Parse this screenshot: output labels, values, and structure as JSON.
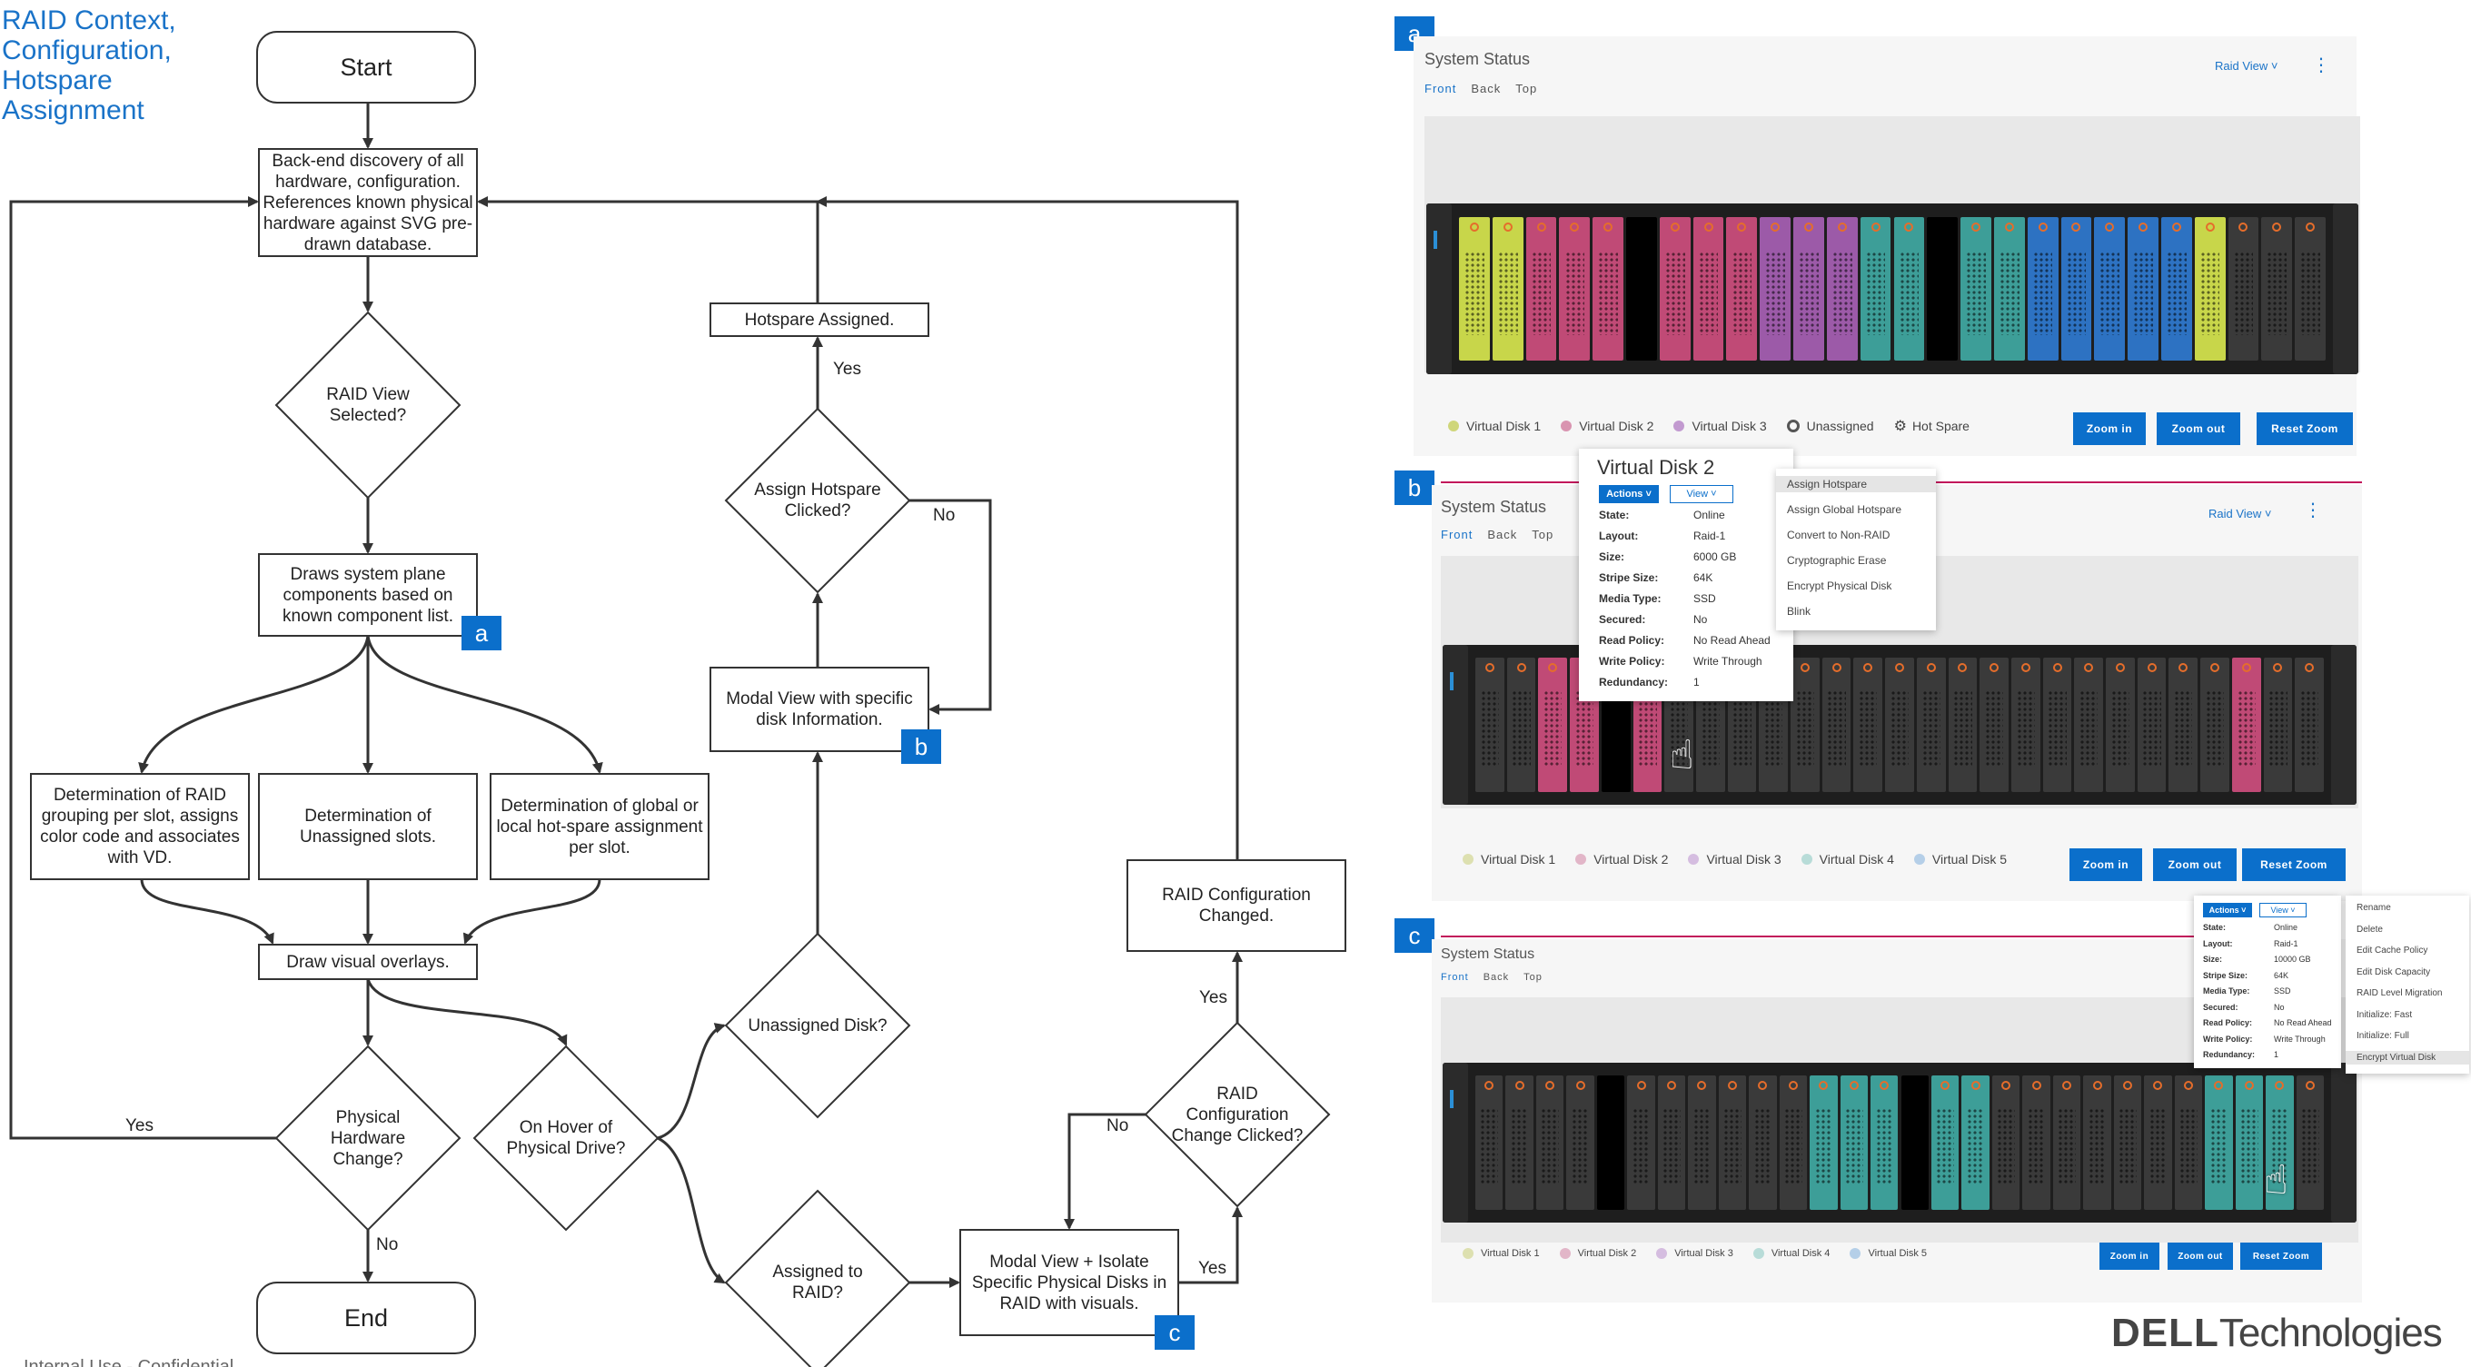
{
  "title": "RAID Context,\nConfiguration,\nHotspare\nAssignment",
  "footer_note": "Internal Use - Confidential",
  "flowchart": {
    "start": "Start",
    "discovery": "Back-end discovery of all hardware, configuration. References known physical hardware against SVG pre-drawn database.",
    "raid_view_selected": "RAID View Selected?",
    "draws_system": "Draws system plane components based on known component list.",
    "determine_raid": "Determination of RAID grouping per slot, assigns color code and associates with VD.",
    "determine_unassigned": "Determination of Unassigned slots.",
    "determine_hotspare": "Determination of global or local hot-spare assignment per slot.",
    "draw_overlays": "Draw visual overlays.",
    "hardware_change": "Physical Hardware Change?",
    "end": "End",
    "on_hover": "On Hover of Physical Drive?",
    "unassigned_disk": "Unassigned Disk?",
    "assigned_to_raid": "Assigned to RAID?",
    "modal_view": "Modal View with specific disk Information.",
    "assign_hotspare_clicked": "Assign Hotspare Clicked?",
    "hotspare_assigned": "Hotspare Assigned.",
    "modal_isolate": "Modal View + Isolate Specific Physical Disks in RAID with visuals.",
    "raid_change_clicked": "RAID Configuration Change Clicked?",
    "raid_changed": "RAID Configuration Changed.",
    "labels": {
      "yes": "Yes",
      "no": "No"
    },
    "refs": {
      "a": "a",
      "b": "b",
      "c": "c"
    }
  },
  "panels": {
    "a": {
      "badge": "a",
      "title": "System Status",
      "tabs": [
        "Front",
        "Back",
        "Top"
      ],
      "raid_view": "Raid View ˅",
      "legend": [
        {
          "label": "Virtual Disk 1",
          "color": "#cfd67a",
          "kind": "dot"
        },
        {
          "label": "Virtual Disk 2",
          "color": "#d994b0",
          "kind": "dot"
        },
        {
          "label": "Virtual Disk 3",
          "color": "#c29ad0",
          "kind": "dot"
        },
        {
          "label": "Unassigned",
          "color": "#555555",
          "kind": "ring"
        },
        {
          "label": "Hot Spare",
          "color": "#555555",
          "kind": "gear"
        }
      ],
      "buttons": [
        "Zoom in",
        "Zoom out",
        "Reset Zoom"
      ]
    },
    "b": {
      "badge": "b",
      "title": "System Status",
      "tabs": [
        "Front",
        "Back",
        "Top"
      ],
      "raid_view": "Raid View ˅",
      "legend": [
        {
          "label": "Virtual Disk 1",
          "color": "#dde0b0",
          "kind": "dot"
        },
        {
          "label": "Virtual Disk 2",
          "color": "#e2b6c8",
          "kind": "dot"
        },
        {
          "label": "Virtual Disk 3",
          "color": "#d5bde0",
          "kind": "dot"
        },
        {
          "label": "Virtual Disk 4",
          "color": "#b8dcd8",
          "kind": "dot"
        },
        {
          "label": "Virtual Disk 5",
          "color": "#b5cfe8",
          "kind": "dot"
        }
      ],
      "buttons": [
        "Zoom in",
        "Zoom out",
        "Reset Zoom"
      ],
      "popover": {
        "title": "Virtual Disk 2",
        "actions_label": "Actions ˅",
        "view_label": "View ˅",
        "props": [
          {
            "k": "State:",
            "v": "Online"
          },
          {
            "k": "Layout:",
            "v": "Raid-1"
          },
          {
            "k": "Size:",
            "v": "6000 GB"
          },
          {
            "k": "Stripe Size:",
            "v": "64K"
          },
          {
            "k": "Media Type:",
            "v": "SSD"
          },
          {
            "k": "Secured:",
            "v": "No"
          },
          {
            "k": "Read Policy:",
            "v": "No Read Ahead"
          },
          {
            "k": "Write Policy:",
            "v": "Write Through"
          },
          {
            "k": "Redundancy:",
            "v": "1"
          }
        ],
        "menu": [
          "Assign Hotspare",
          "Assign Global Hotspare",
          "Convert to Non-RAID",
          "Cryptographic Erase",
          "Encrypt Physical Disk",
          "Blink"
        ]
      }
    },
    "c": {
      "badge": "c",
      "title": "System Status",
      "tabs": [
        "Front",
        "Back",
        "Top"
      ],
      "legend": [
        {
          "label": "Virtual Disk 1",
          "color": "#dde0b0",
          "kind": "dot"
        },
        {
          "label": "Virtual Disk 2",
          "color": "#e2b6c8",
          "kind": "dot"
        },
        {
          "label": "Virtual Disk 3",
          "color": "#d5bde0",
          "kind": "dot"
        },
        {
          "label": "Virtual Disk 4",
          "color": "#b8dcd8",
          "kind": "dot"
        },
        {
          "label": "Virtual Disk 5",
          "color": "#b5cfe8",
          "kind": "dot"
        }
      ],
      "buttons": [
        "Zoom in",
        "Zoom out",
        "Reset Zoom"
      ],
      "popover": {
        "actions_label": "Actions ˅",
        "view_label": "View ˅",
        "props": [
          {
            "k": "State:",
            "v": "Online"
          },
          {
            "k": "Layout:",
            "v": "Raid-1"
          },
          {
            "k": "Size:",
            "v": "10000 GB"
          },
          {
            "k": "Stripe Size:",
            "v": "64K"
          },
          {
            "k": "Media Type:",
            "v": "SSD"
          },
          {
            "k": "Secured:",
            "v": "No"
          },
          {
            "k": "Read Policy:",
            "v": "No Read Ahead"
          },
          {
            "k": "Write Policy:",
            "v": "Write Through"
          },
          {
            "k": "Redundancy:",
            "v": "1"
          }
        ],
        "menu": [
          "Rename",
          "Delete",
          "Edit Cache Policy",
          "Edit Disk Capacity",
          "RAID Level Migration",
          "Initialize: Fast",
          "Initialize: Full",
          "Encrypt Virtual Disk"
        ]
      }
    }
  },
  "brand": {
    "bold": "DELL",
    "rest": "Technologies"
  }
}
